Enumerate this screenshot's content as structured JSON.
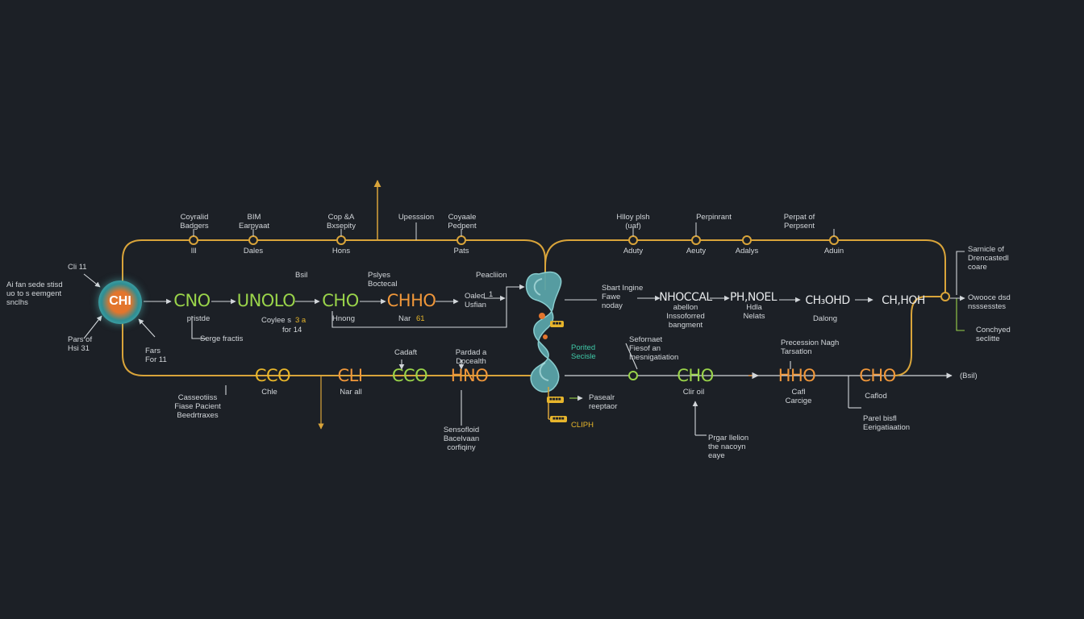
{
  "hub": {
    "label": "CHI"
  },
  "left_notes": {
    "top_left": "Ai fan sede stisd\nuo to s eemgent\nsnclhs",
    "ch_note": "Cli 11",
    "pars": "Pars of\nHsi 31",
    "fars": "Fars\nFor 11"
  },
  "top_labels": [
    "Coyralid\nBadgers",
    "BIM\nEarpyaat",
    "Cop &A\nBxsepity",
    "Upesssion",
    "Coyaale\nPedpent",
    "Hlloy plsh\n(uaf)",
    "Perpinrant",
    "Perpat of\nPerpsent"
  ],
  "top_sublabels": [
    "Ill",
    "Dales",
    "Hons",
    "Pats",
    "Aduty",
    "Aeuty",
    "Adalys",
    "Aduin"
  ],
  "middle_chain": [
    {
      "formula": "CNO",
      "color": "green"
    },
    {
      "formula": "UNOLO",
      "color": "green"
    },
    {
      "formula": "CHO",
      "color": "green"
    },
    {
      "formula": "CHHO",
      "color": "orange"
    }
  ],
  "middle_notes": {
    "pristde": "pristde",
    "serge": "Serge fractis",
    "coylee": "Coylee s",
    "coylee_num": "3 a",
    "for_num": "for 14",
    "bail": "Bsil",
    "hnong": "Hnong",
    "pslyes": "Pslyes\nBoctecal",
    "nar": "Nar",
    "nar_num": "61",
    "oaled": "Oaled\nUsfian",
    "pealion": "Peacliion",
    "pealion_small": "1"
  },
  "bottom_chain": [
    {
      "formula": "CCO",
      "color": "yel"
    },
    {
      "formula": "CLI",
      "color": "orange"
    },
    {
      "formula": "CCO",
      "color": "green"
    },
    {
      "formula": "HNO",
      "color": "orange"
    }
  ],
  "bottom_notes": {
    "chle": "Chle",
    "nar_all": "Nar all",
    "cadafh": "Cadaft",
    "pardadt": "Pardad a\nDocealth",
    "caseotions": "Casseotiiss\nFiase Pacient\nBeedrtraxes",
    "sensolled": "Sensofloid\nBacelvaan\ncorfiqiny"
  },
  "protein_notes": {
    "pordted": "Porited\nSecisle",
    "prassalr": "Pasealr\nreeptaor",
    "chph": "CLIPH",
    "tag1": "■■■",
    "tag2": "■■■■",
    "tag3": "■■■■"
  },
  "right_chain": [
    {
      "formula": "NHOCCAL",
      "color": "white"
    },
    {
      "formula": "PH,NOEL",
      "color": "white"
    },
    {
      "formula": "CH₃OHD",
      "color": "white"
    },
    {
      "formula": "CH,HOH",
      "color": "white"
    }
  ],
  "right_notes": {
    "sbart": "Sbart Ingine\nFawe\nnoday",
    "nhoccal_sub": "abellon\nInssoforred\nbangment",
    "phnoel_sub": "Hdla\nNelats",
    "ch3ohd_sub": "Dalong",
    "sarnicle": "Sarnicle of\nDrencastedl\ncoare",
    "owooe": "Owooce dsd\nnsssesstes",
    "conchyed": "Conchyed\nseclitte"
  },
  "right_bottom_chain": [
    {
      "formula": "CHO",
      "color": "green"
    },
    {
      "formula": "HHO",
      "color": "orange"
    },
    {
      "formula": "CHO",
      "color": "orange"
    }
  ],
  "right_bottom_notes": {
    "sefornant": "Sefornaet\nFiesof an\nInesnigatiation",
    "clirol": "Clir oil",
    "precession": "Precession Nagh\nTarsatlon",
    "cail": "Cafl\nCarcige",
    "caflad": "Caflod",
    "parel": "Parel bisfl\nEerigatiaation",
    "prgar": "Prgar llelion\nthe nacoyn\neaye",
    "end": "(Bsil)"
  },
  "colors": {
    "background": "#1c2026",
    "line": "#d9a43a",
    "green": "#9ad44a",
    "orange": "#f0973a",
    "teal": "#5cc3c5"
  }
}
